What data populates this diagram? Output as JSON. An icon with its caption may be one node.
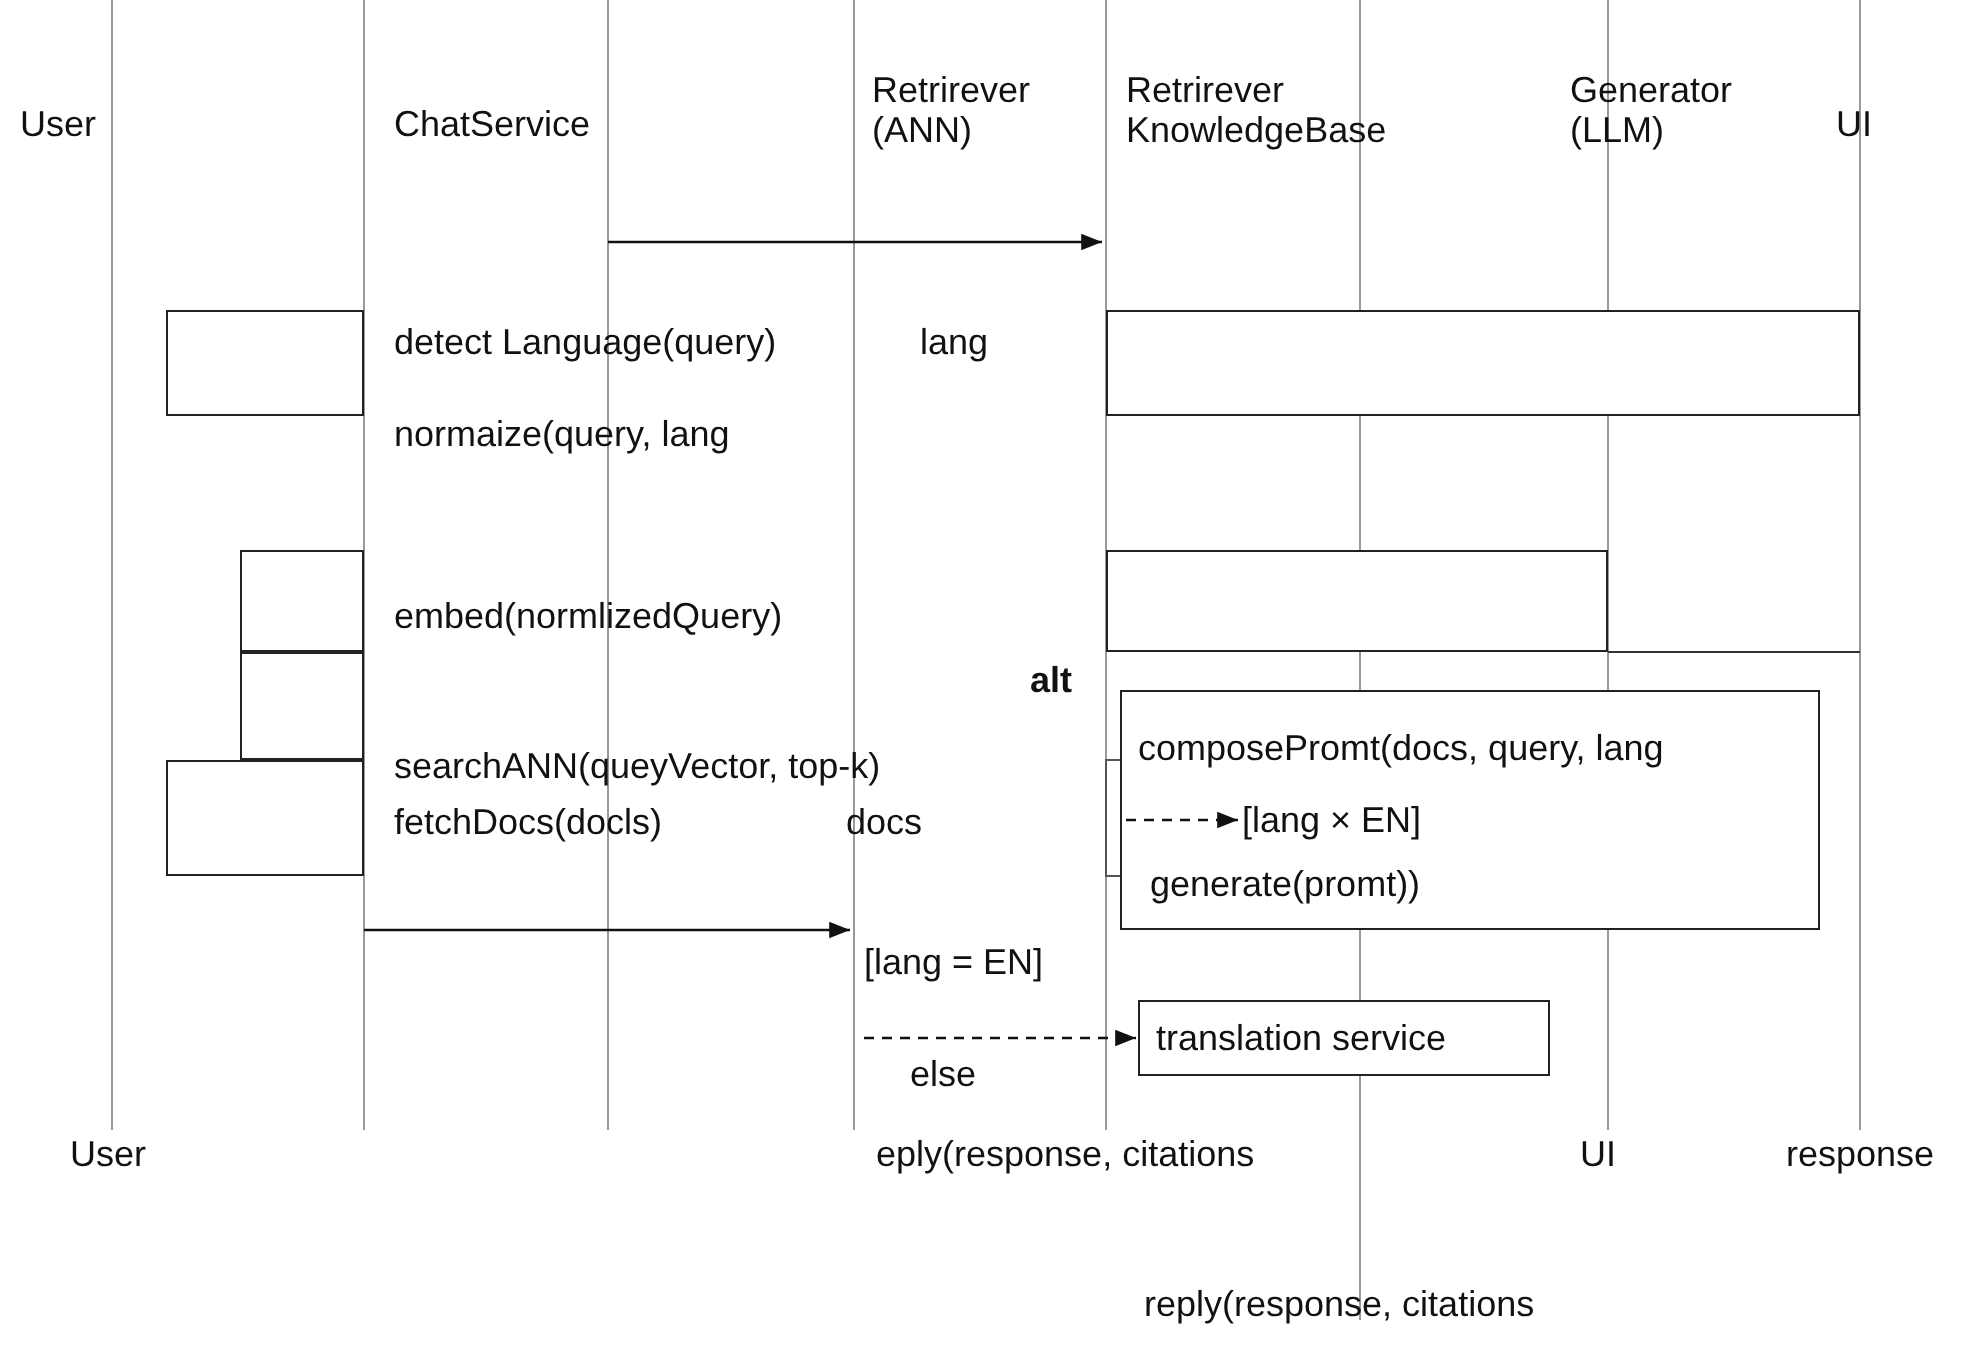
{
  "diagram": {
    "nodes": [
      {
        "text": [],
        "shape": "box"
      },
      {
        "text": [],
        "shape": "box"
      },
      {
        "text": [],
        "shape": "box"
      },
      {
        "text": [],
        "shape": "box"
      },
      {
        "text": [],
        "shape": "box"
      },
      {
        "text": [
          "composePromt(docs, query, lang",
          "generate(promt))"
        ]
      },
      {
        "text": [
          "[lang × EN]"
        ],
        "in": 5
      },
      {
        "text": [],
        "shape": "box"
      },
      {
        "text": [
          "translation service"
        ]
      }
    ],
    "edges": [
      {
        "from": null,
        "to": 6,
        "arrow": "to",
        "style": "dashed"
      },
      {
        "from": null,
        "to": 8,
        "arrow": "to",
        "style": "dashed"
      }
    ],
    "labels": [
      "User",
      "ChatService",
      "Retrirever (ANN)",
      "Retrirever KnowledgeBase",
      "Generator (LLM)",
      "UI",
      "detect Language(query)",
      "lang",
      "normaize(query, lang",
      "embed(normlizedQuery)",
      "alt",
      "searchANN(queyVector, top-k)",
      "fetchDocs(docls)",
      "docs",
      "[lang = EN]",
      "else",
      "User",
      "eply(response, citations",
      "UI",
      "response",
      "reply(response, citations"
    ]
  }
}
